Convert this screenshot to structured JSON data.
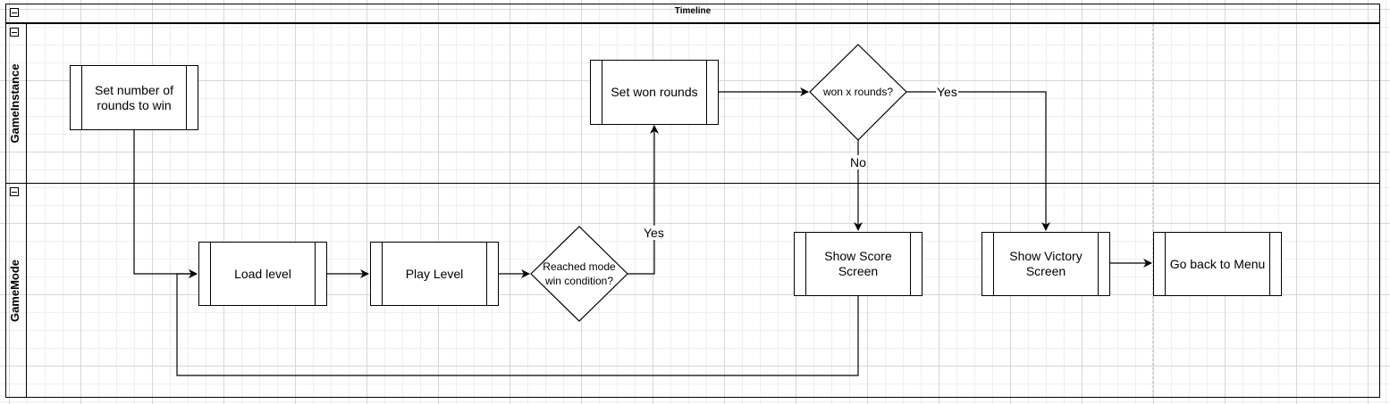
{
  "pool": {
    "title": "Timeline"
  },
  "lanes": [
    {
      "id": "gameinstance",
      "label": "GameInstance"
    },
    {
      "id": "gamemode",
      "label": "GameMode"
    }
  ],
  "nodes": {
    "set_rounds": "Set number of rounds to win",
    "set_won": "Set won rounds",
    "won_x": "won x rounds?",
    "load_level": "Load level",
    "play_level": "Play Level",
    "reached": "Reached mode win condition?",
    "score": "Show Score Screen",
    "victory": "Show Victory Screen",
    "menu": "Go back to Menu"
  },
  "edge_labels": {
    "reached_yes": "Yes",
    "won_yes": "Yes",
    "won_no": "No"
  },
  "colors": {
    "line": "#000000",
    "grid_major": "#d6d6d6",
    "grid_minor": "#efefef"
  }
}
